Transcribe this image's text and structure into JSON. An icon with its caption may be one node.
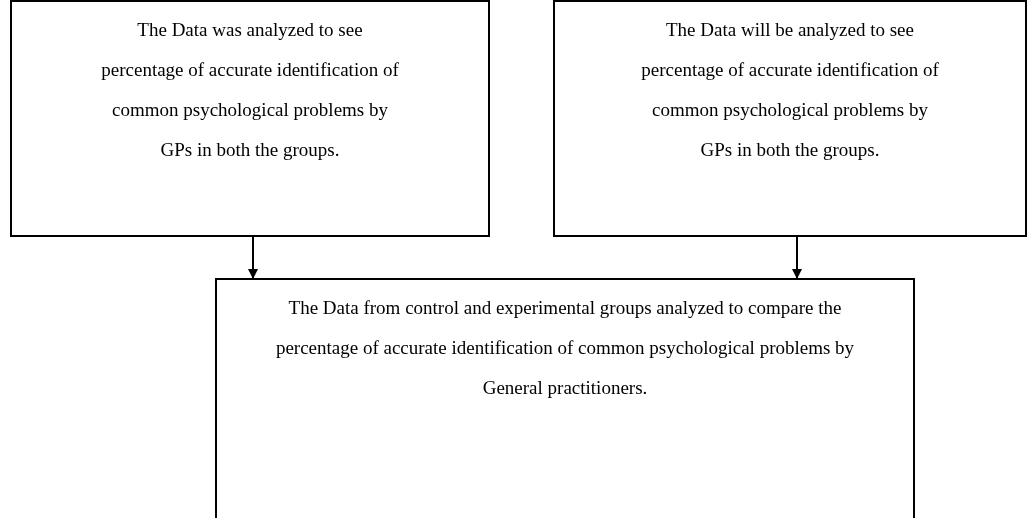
{
  "diagram": {
    "nodes": [
      {
        "text": [
          "The Data was analyzed to see percentage of accurate identification of common psychological problems by GPs in both the groups."
        ]
      },
      {
        "text": [
          "The Data will be analyzed to see percentage of accurate identification of common psychological problems by GPs in both the groups."
        ]
      },
      {
        "text": [
          "The Data from control and experimental groups analyzed to compare the percentage of accurate identification of common psychological problems by General practitioners."
        ]
      }
    ],
    "edges": [
      {
        "from": 0,
        "to": 2,
        "arrow": "to"
      },
      {
        "from": 1,
        "to": 2,
        "arrow": "to"
      }
    ]
  }
}
